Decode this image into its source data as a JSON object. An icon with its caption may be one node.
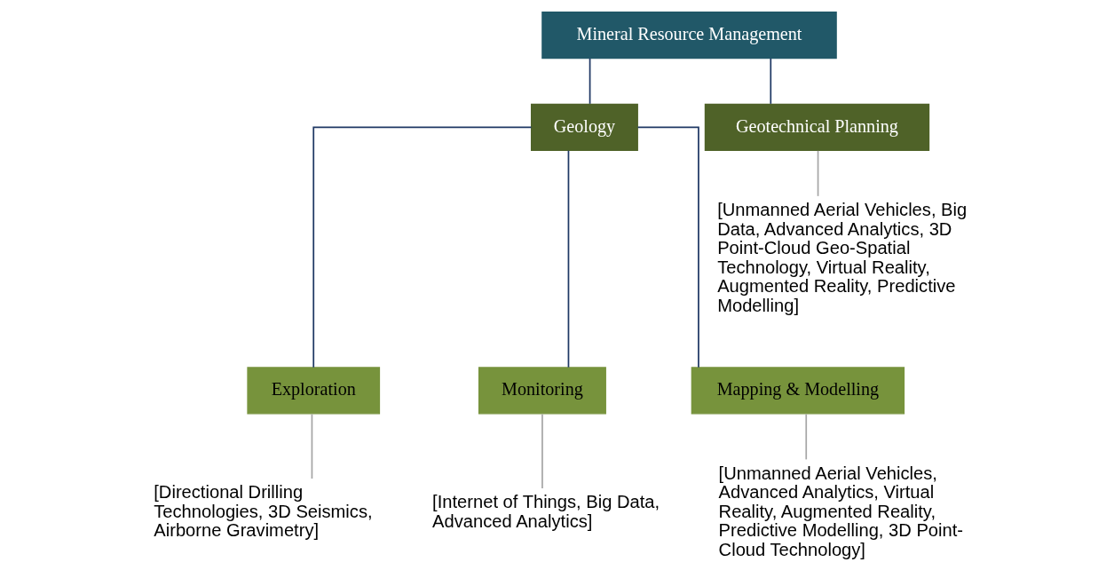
{
  "diagram": {
    "nodes": [
      {
        "text": [
          "Mineral Resource Management"
        ]
      },
      {
        "text": [
          "Geology"
        ]
      },
      {
        "text": [
          "Geotechnical Planning"
        ]
      },
      {
        "text": [
          "[Unmanned Aerial Vehicles, Big Data, Advanced Analytics, 3D Point-Cloud Geo-Spatial Technology, Virtual Reality, Augmented Reality, Predictive Modelling]"
        ]
      },
      {
        "text": [
          "Exploration"
        ]
      },
      {
        "text": [
          "[Directional Drilling Technologies, 3D Seismics, Airborne Gravimetry]"
        ]
      },
      {
        "text": [
          "Monitoring"
        ]
      },
      {
        "text": [
          "[Internet of Things, Big Data, Advanced Analytics]"
        ]
      },
      {
        "text": [
          "Mapping & Modelling"
        ]
      },
      {
        "text": [
          "[Unmanned Aerial Vehicles, Advanced Analytics, Virtual Reality, Augmented Reality, Predictive Modelling, 3D Point-Cloud Technology]"
        ]
      }
    ],
    "edges": [
      {
        "from": 0,
        "to": 1,
        "arrow": "none"
      },
      {
        "from": 0,
        "to": 2,
        "arrow": "none"
      },
      {
        "from": 2,
        "to": 3,
        "arrow": "none",
        "color": "#a6a6a6"
      },
      {
        "from": 1,
        "to": 4,
        "arrow": "none"
      },
      {
        "from": 1,
        "to": 6,
        "arrow": "none"
      },
      {
        "from": 1,
        "to": 8,
        "arrow": "none"
      },
      {
        "from": 4,
        "to": 5,
        "arrow": "none",
        "color": "#a6a6a6"
      },
      {
        "from": 6,
        "to": 7,
        "arrow": "none",
        "color": "#a6a6a6"
      },
      {
        "from": 8,
        "to": 9,
        "arrow": "none",
        "color": "#a6a6a6"
      }
    ]
  }
}
